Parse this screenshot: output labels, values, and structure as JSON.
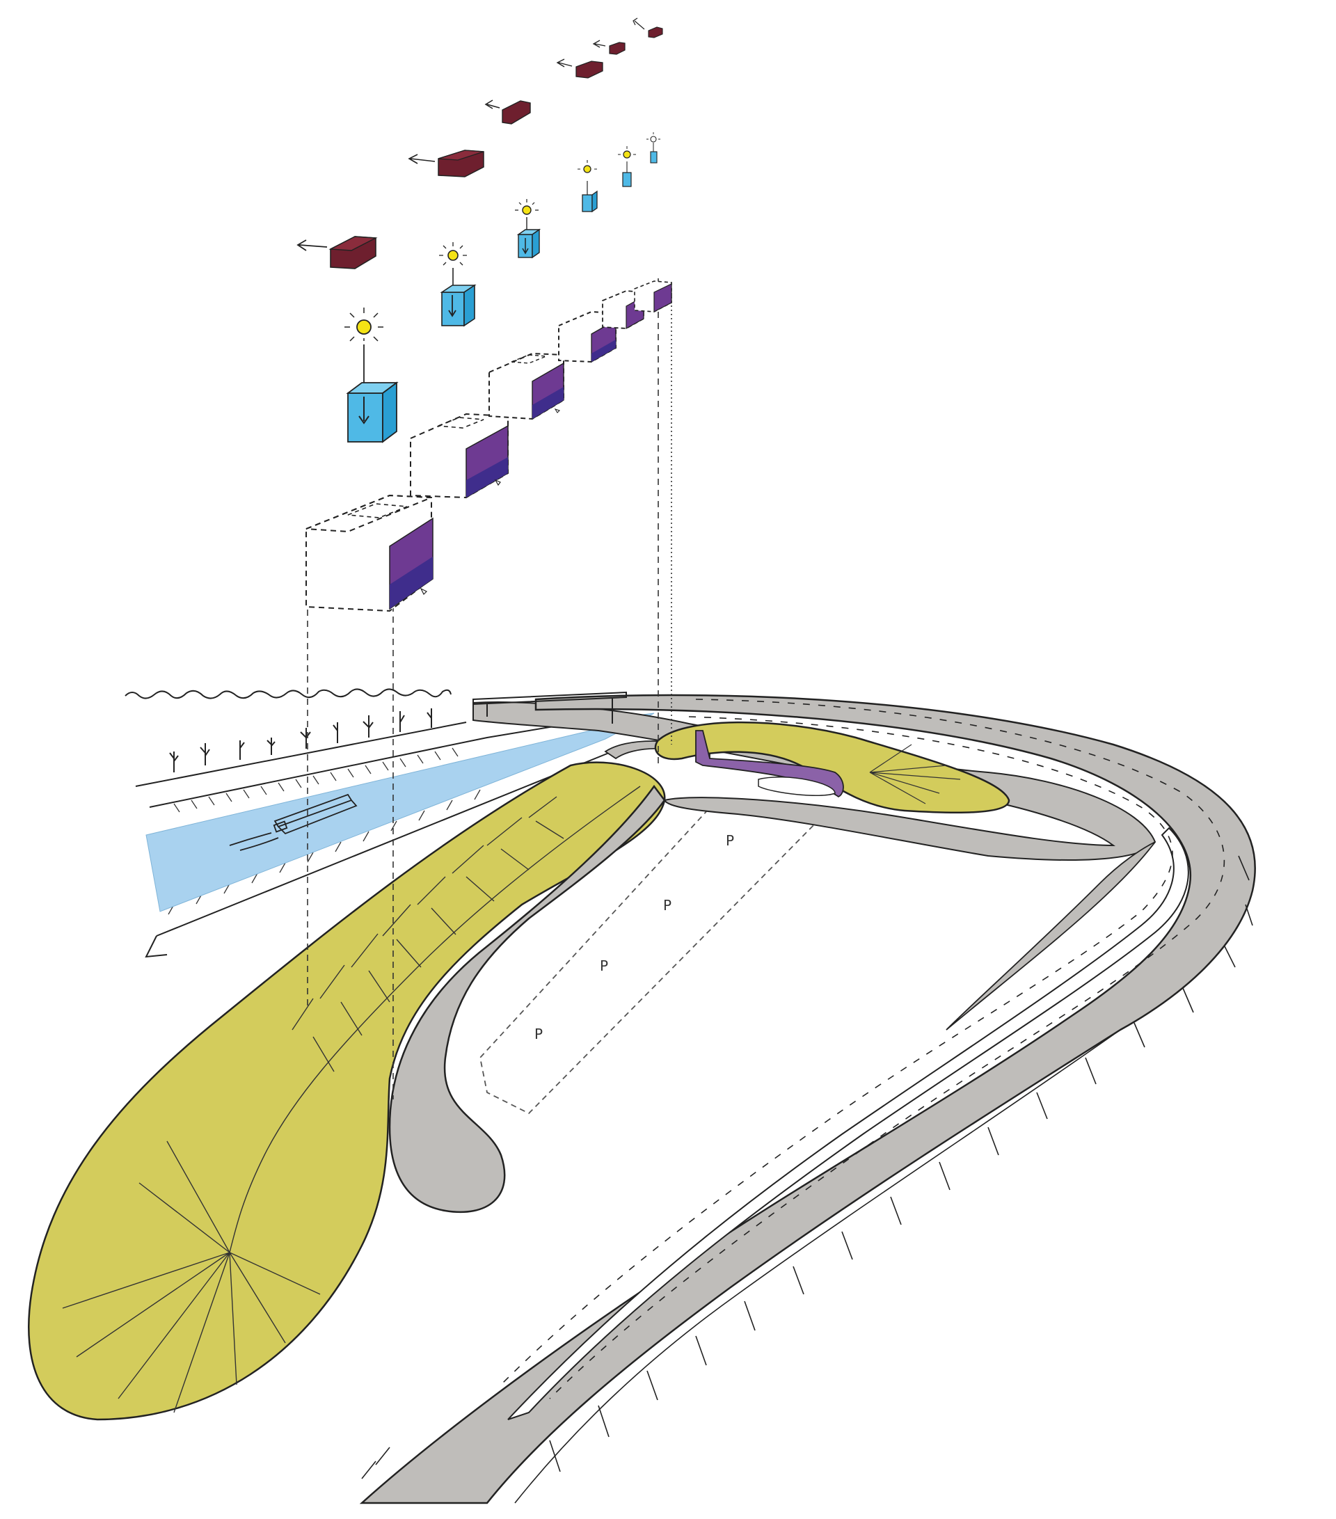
{
  "diagram": {
    "parking_labels": [
      "P",
      "P",
      "P",
      "P"
    ],
    "colors": {
      "background": "#ffffff",
      "green_roof": "#d3cc5c",
      "road": "#bfbdba",
      "water": "#a9d2ef",
      "building_facade": "#6e3a92",
      "building_facade_dark": "#3f2d8c",
      "light_shaft": "#4fb9e6",
      "outgoing_volume": "#6e1f2e",
      "sun": "#f4e315",
      "line": "#222222"
    },
    "icons": [
      "sun-icon",
      "arrow-left-icon",
      "arrow-down-icon"
    ]
  }
}
